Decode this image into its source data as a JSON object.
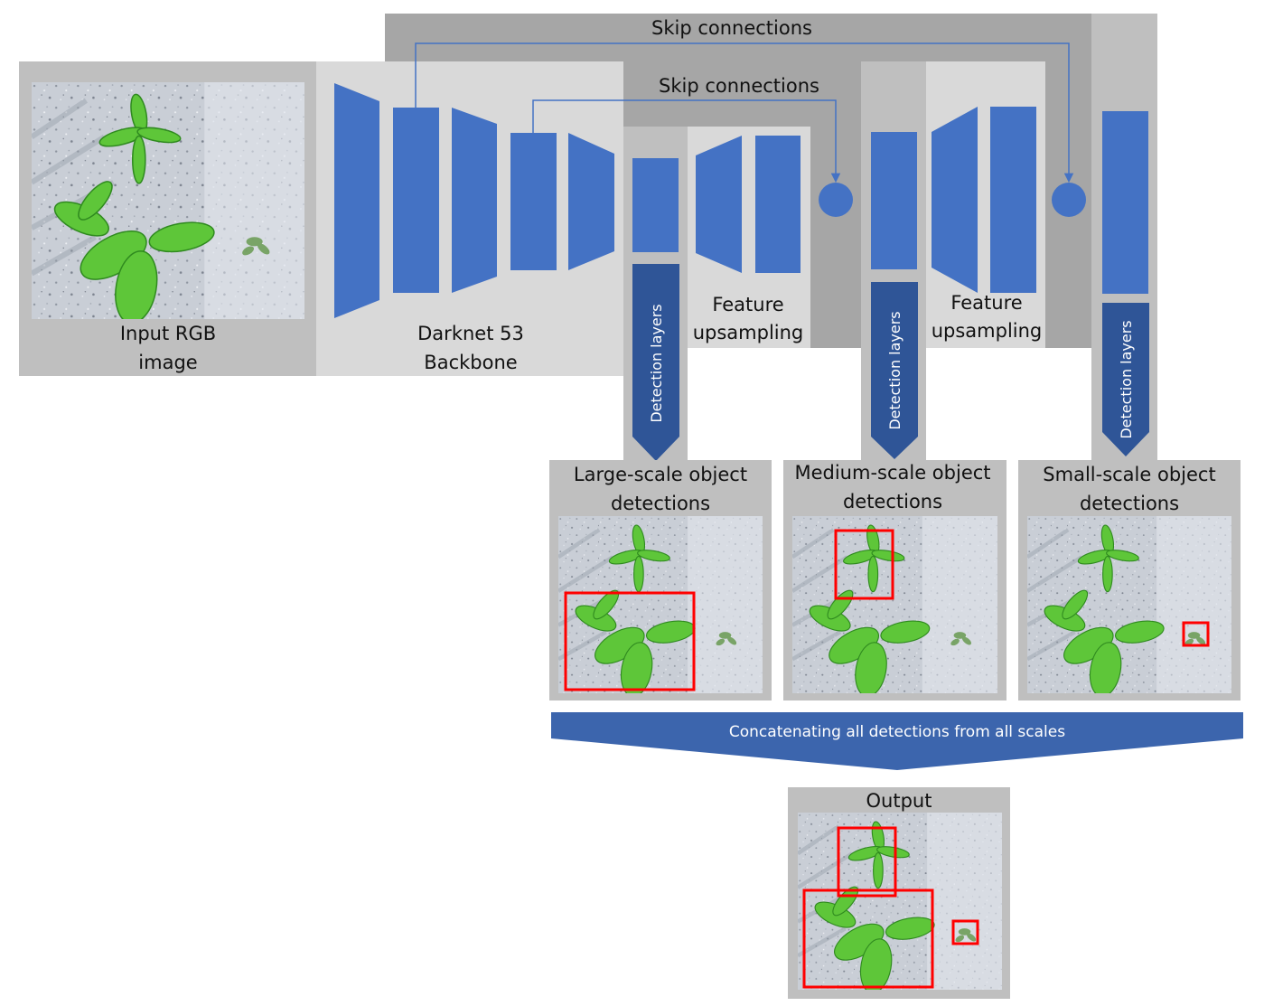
{
  "labels": {
    "skip_top": "Skip connections",
    "skip_mid": "Skip connections",
    "input_line1": "Input RGB",
    "input_line2": "image",
    "backbone_line1": "Darknet 53",
    "backbone_line2": "Backbone",
    "upsample1_line1": "Feature",
    "upsample1_line2": "upsampling",
    "upsample2_line1": "Feature",
    "upsample2_line2": "upsampling",
    "detection1": "Detection layers",
    "detection2": "Detection layers",
    "detection3": "Detection layers",
    "large_line1": "Large-scale object",
    "large_line2": "detections",
    "medium_line1": "Medium-scale object",
    "medium_line2": "detections",
    "small_line1": "Small-scale object",
    "small_line2": "detections",
    "concat": "Concatenating all detections from all scales",
    "output": "Output"
  },
  "colors": {
    "block_blue": "#4472c4",
    "arrow_blue": "#2f5597",
    "banner_blue": "#3c65ad",
    "panel_dark": "#a6a6a6",
    "panel_mid": "#bfbfbf",
    "panel_light": "#d9d9d9",
    "detection_box": "#ff0000",
    "plant_green": "#5ec639"
  },
  "icons": {
    "merge_node": "circle-concat-icon",
    "plant_image": "sugar-beet-plant-image"
  }
}
